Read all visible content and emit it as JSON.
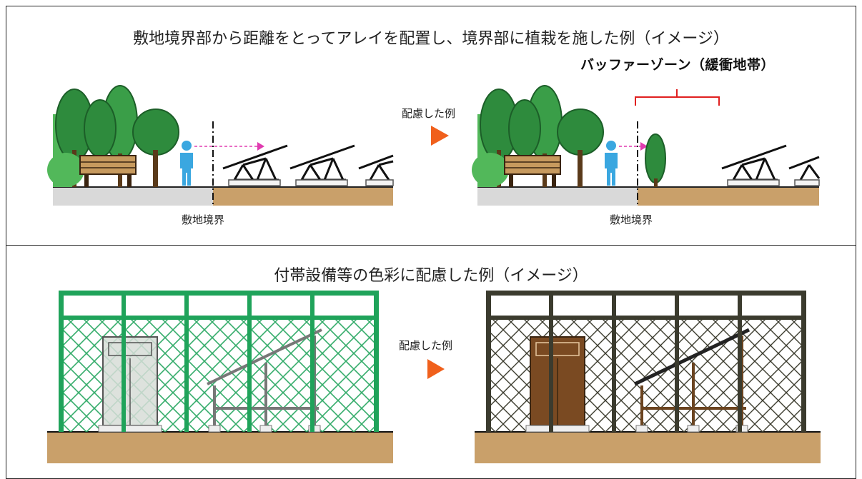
{
  "top_panel": {
    "title": "敷地境界部から距離をとってアレイを配置し、境界部に植栽を施した例（イメージ）",
    "buffer_zone_label": "バッファーゾーン（緩衝地帯）",
    "arrow_label": "配慮した例",
    "boundary_label_left": "敷地境界",
    "boundary_label_right": "敷地境界"
  },
  "bottom_panel": {
    "title": "付帯設備等の色彩に配慮した例（イメージ）",
    "arrow_label": "配慮した例"
  },
  "colors": {
    "arrow": "#f0601c",
    "tree_dark": "#2e8b3d",
    "tree_light": "#52b85a",
    "person": "#3aa7e0",
    "ground_soil": "#c9a06a",
    "ground_paved": "#d9d9d9",
    "buffer_bracket": "#e02020",
    "fence_green": "#1fa35a",
    "fence_dark": "#3b3b2e",
    "cabinet_brown": "#7a4a22",
    "cabinet_gray": "#d7ddd7"
  }
}
